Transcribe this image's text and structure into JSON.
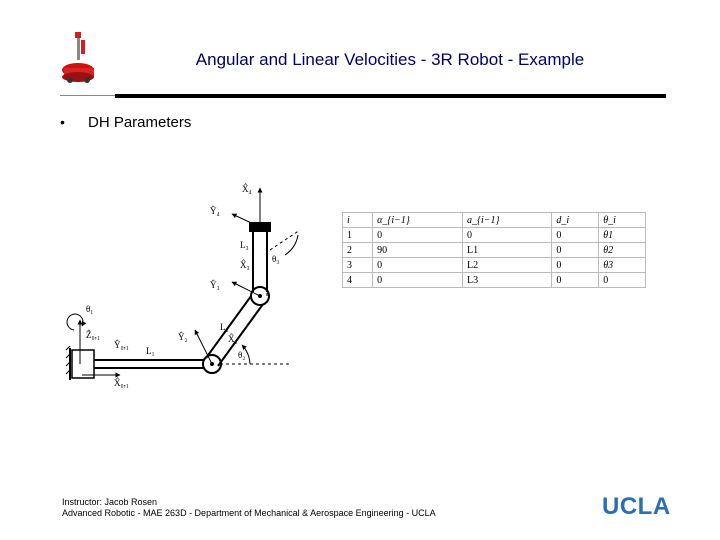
{
  "slide": {
    "title": "Angular and Linear Velocities - 3R Robot - Example",
    "bullet": "DH Parameters"
  },
  "dh_table": {
    "headers": [
      "i",
      "α_{i−1}",
      "a_{i−1}",
      "d_i",
      "θ_i"
    ],
    "rows": [
      [
        "1",
        "0",
        "0",
        "0",
        "θ1"
      ],
      [
        "2",
        "90",
        "L1",
        "0",
        "θ2"
      ],
      [
        "3",
        "0",
        "L2",
        "0",
        "θ3"
      ],
      [
        "4",
        "0",
        "L3",
        "0",
        "0"
      ]
    ]
  },
  "diagram": {
    "labels": {
      "x4": "X̂₄",
      "y4": "Ŷ₄",
      "l3": "L₃",
      "x3": "X̂₃",
      "theta3": "θ₃",
      "y3": "Ŷ₃",
      "l2": "L₂",
      "x2": "X̂₂",
      "y2": "Ŷ₂",
      "theta2": "θ₂",
      "theta1": "θ₁",
      "z01": "Ẑ₀,₁",
      "y01": "Ŷ₀,₁",
      "l1": "L₁",
      "x01": "X̂₀,₁"
    }
  },
  "footer": {
    "line1": "Instructor: Jacob Rosen",
    "line2": "Advanced Robotic - MAE 263D - Department of Mechanical & Aerospace Engineering - UCLA"
  },
  "brand": {
    "logo_text": "UCLA",
    "accent_color": "#2a6db5",
    "title_color": "#000066"
  }
}
